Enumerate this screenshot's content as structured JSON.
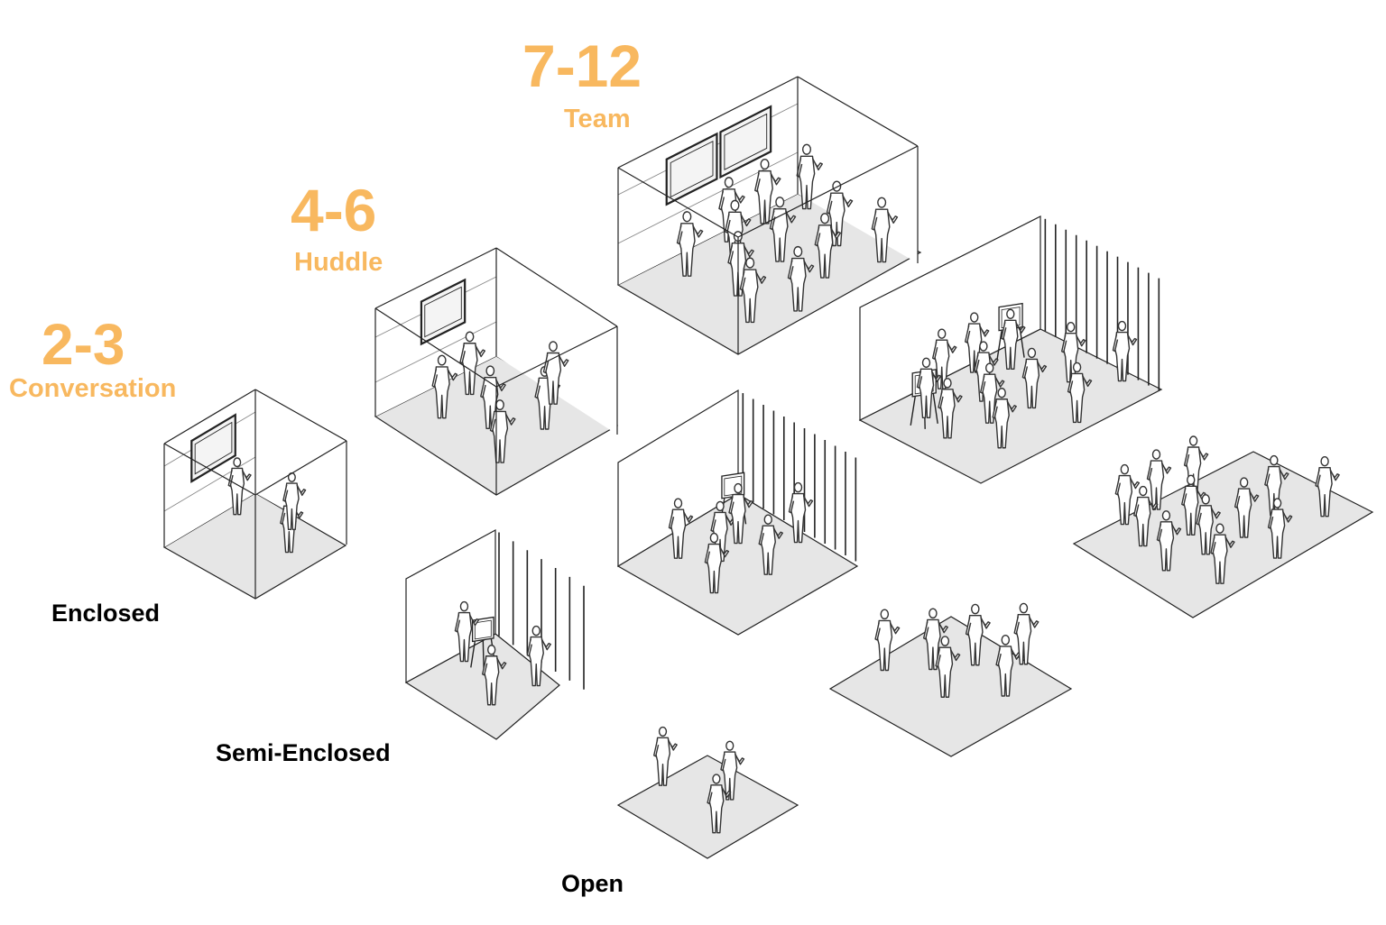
{
  "group_sizes": [
    {
      "count": "2-3",
      "name": "Conversation"
    },
    {
      "count": "4-6",
      "name": "Huddle"
    },
    {
      "count": "7-12",
      "name": "Team"
    }
  ],
  "enclosure_types": [
    "Enclosed",
    "Semi-Enclosed",
    "Open"
  ],
  "colors": {
    "accent": "#f8b85f",
    "label": "#000000",
    "floor": "#e6e6e6",
    "line": "#222222",
    "figure_fill": "#ffffff",
    "figure_stroke": "#333333"
  },
  "cells": [
    {
      "enclosure": "Enclosed",
      "group": "Conversation",
      "people": 3,
      "walls": "glass room",
      "equipment": "wall display"
    },
    {
      "enclosure": "Enclosed",
      "group": "Huddle",
      "people": 6,
      "walls": "glass room",
      "equipment": "wall display"
    },
    {
      "enclosure": "Enclosed",
      "group": "Team",
      "people": 12,
      "walls": "glass room",
      "equipment": "two wall displays"
    },
    {
      "enclosure": "Semi-Enclosed",
      "group": "Conversation",
      "people": 3,
      "walls": "wall and slat screen",
      "equipment": "easel board"
    },
    {
      "enclosure": "Semi-Enclosed",
      "group": "Huddle",
      "people": 6,
      "walls": "wall and slat screen",
      "equipment": "easel board"
    },
    {
      "enclosure": "Semi-Enclosed",
      "group": "Team",
      "people": 12,
      "walls": "wall and slat screen",
      "equipment": "two easel boards"
    },
    {
      "enclosure": "Open",
      "group": "Conversation",
      "people": 3,
      "walls": "none",
      "equipment": "none"
    },
    {
      "enclosure": "Open",
      "group": "Huddle",
      "people": 6,
      "walls": "none",
      "equipment": "none"
    },
    {
      "enclosure": "Open",
      "group": "Team",
      "people": 12,
      "walls": "none",
      "equipment": "none"
    }
  ]
}
